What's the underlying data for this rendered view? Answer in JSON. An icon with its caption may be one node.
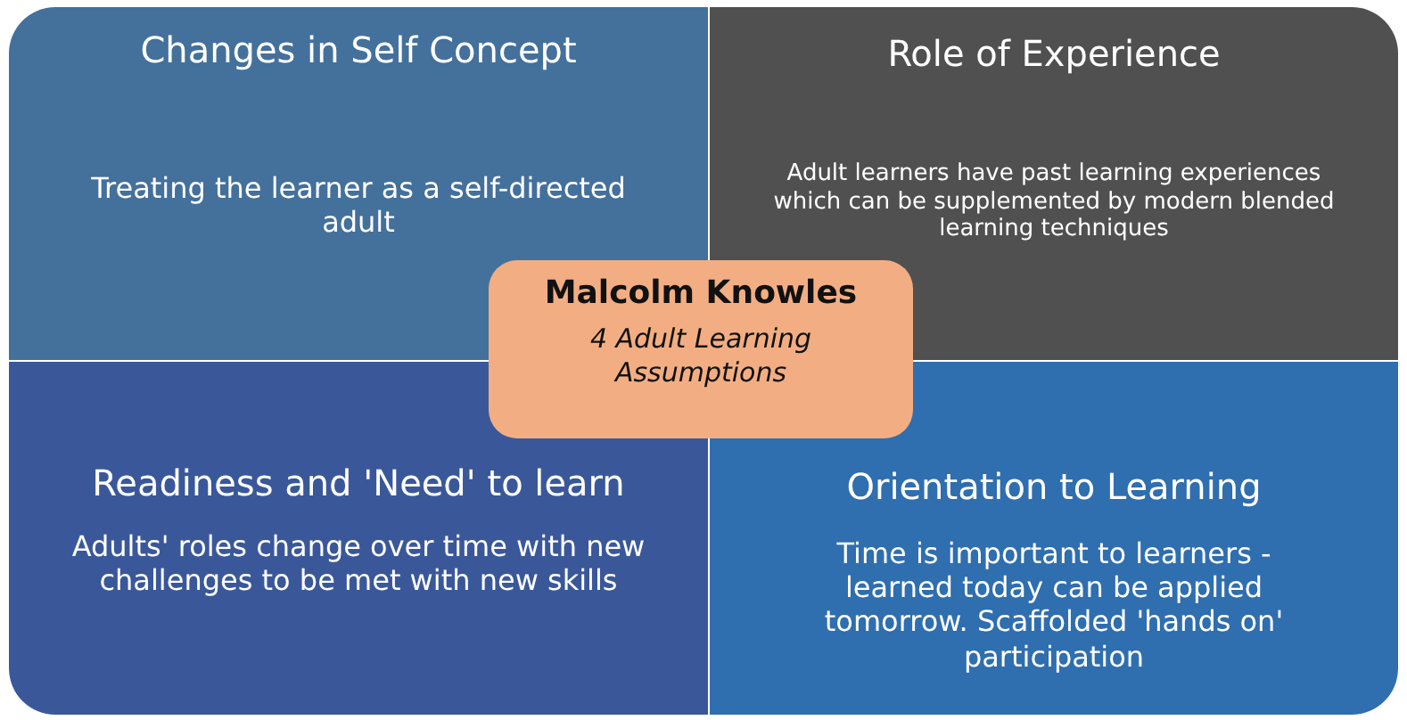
{
  "diagram": {
    "nodes": [
      {
        "text": [
          "Changes in Self Concept",
          "Treating the learner as a self-directed adult"
        ]
      },
      {
        "text": [
          "Role of Experience",
          "Adult learners have past learning experiences which can be supplemented by modern blended learning techniques"
        ]
      },
      {
        "text": [
          "Malcolm Knowles",
          "4 Adult Learning Assumptions"
        ]
      },
      {
        "text": [
          "Readiness and 'Need' to learn",
          "Adults' roles change over time with new challenges to be met with new skills"
        ]
      },
      {
        "text": [
          "Orientation to Learning",
          "Time is important to learners - learned today can be applied tomorrow. Scaffolded 'hands on' participation"
        ]
      }
    ]
  }
}
